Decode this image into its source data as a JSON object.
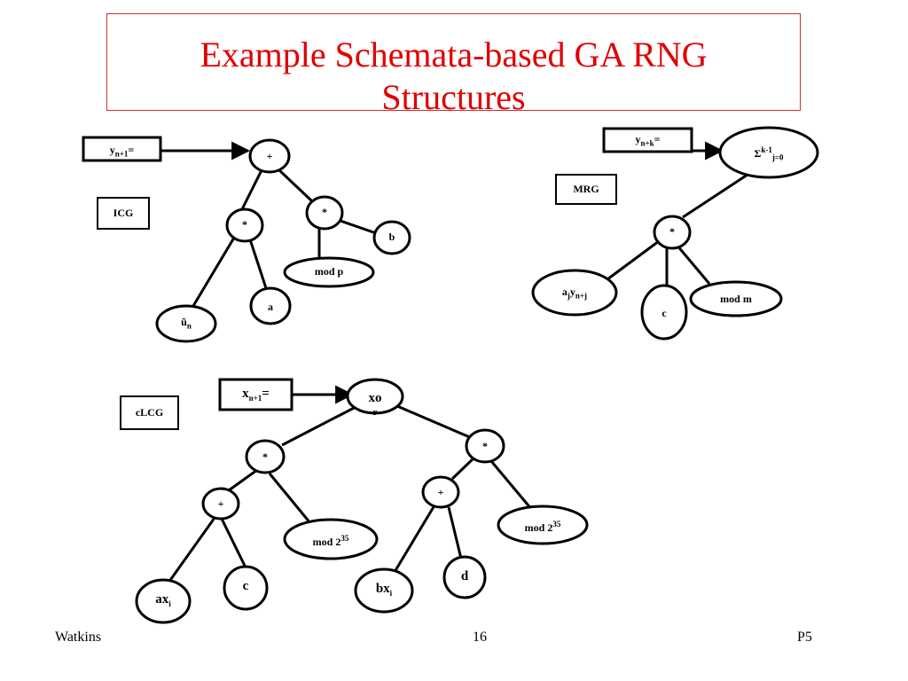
{
  "title": {
    "line1": "Example Schemata-based GA RNG",
    "line2": "Structures"
  },
  "icg": {
    "label": "ICG",
    "output_base": "y",
    "output_sub": "n+1",
    "output_eq": "=",
    "plus": "+",
    "mult_left": "*",
    "mult_right": "*",
    "u_base": "ũ",
    "u_sub": "n",
    "a": "a",
    "b": "b",
    "mod": "mod p"
  },
  "mrg": {
    "label": "MRG",
    "output_base": "y",
    "output_sub": "n+k",
    "output_eq": "=",
    "sum_sym": "Σ",
    "sum_sup": "k-1",
    "sum_sub": "j=0",
    "mult": "*",
    "aj_base": "a",
    "aj_sub": "j",
    "y_base": "y",
    "y_sub": "n+j",
    "c": "c",
    "mod": "mod m"
  },
  "clcg": {
    "label": "cLCG",
    "output_base": "x",
    "output_sub": "n+1",
    "output_eq": "=",
    "xor_line1": "xo",
    "xor_line2": "r",
    "mult_left": "*",
    "mult_right": "*",
    "plus_left": "+",
    "plus_right": "+",
    "ax_base": "ax",
    "ax_sub": "i",
    "bx_base": "bx",
    "bx_sub": "i",
    "c": "c",
    "d": "d",
    "mod_left_base": "mod 2",
    "mod_left_sup": "35",
    "mod_right_base": "mod 2",
    "mod_right_sup": "35"
  },
  "footer": {
    "left": "Watkins",
    "center": "16",
    "right": "P5"
  }
}
